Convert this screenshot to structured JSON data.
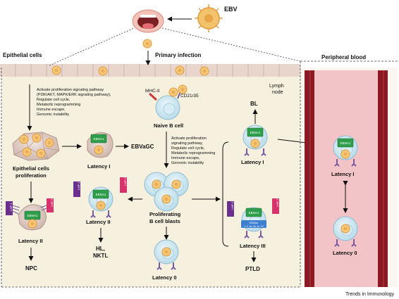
{
  "virus": {
    "label": "EBV"
  },
  "infection": {
    "label": "Primary infection"
  },
  "regions": {
    "epithelial": "Epithelial cells",
    "blood": "Peripheral blood",
    "lymph_line1": "Lymph",
    "lymph_line2": "node"
  },
  "epithelial_pathways": [
    "Activate proliferation signaling pathway",
    "(PI3K/AKT, MAPK/ERK signaling pathway),",
    "Regulate cell cycle,",
    "Metabolic reprogramming",
    "Immune escape,",
    "Genomic instability"
  ],
  "bcell_pathways": [
    "Activate proliferation",
    "signaling pathway,",
    "Regulate cell cycle,",
    "Metabolic reprogramming",
    "Immune escape,",
    "Genomic instability"
  ],
  "receptors": {
    "mhc": "MHC-II",
    "cd21": "CD21/35"
  },
  "cells": {
    "naive": "Naive B cell",
    "epi_prolif_1": "Epithelial cells",
    "epi_prolif_2": "proliferation",
    "blasts_1": "Proliferating",
    "blasts_2": "B cell blasts"
  },
  "proteins": {
    "ebna1": "EBNA1",
    "lmp1": "LMP-1",
    "lmp2": "LMP-2",
    "ebnas_1": "EBNAs",
    "ebnas_2": "1, 2, 3a, 3b, 3c, LP"
  },
  "latency": {
    "l1": "Latency I",
    "l2": "Latency II",
    "l3": "Latency III",
    "l0": "Latency 0"
  },
  "outcomes": {
    "ebvagc": "EBVaGC",
    "npc": "NPC",
    "hl_1": "HL,",
    "hl_2": "NKTL",
    "bl": "BL",
    "ptld": "PTLD"
  },
  "footer": {
    "brand": "Trends in Immunology"
  },
  "colors": {
    "ebna1": "#2e9e4a",
    "lmp1": "#6b2f8c",
    "lmp2": "#d6336c",
    "blood": "#e0a3ab",
    "vessel": "#8b1a22"
  }
}
